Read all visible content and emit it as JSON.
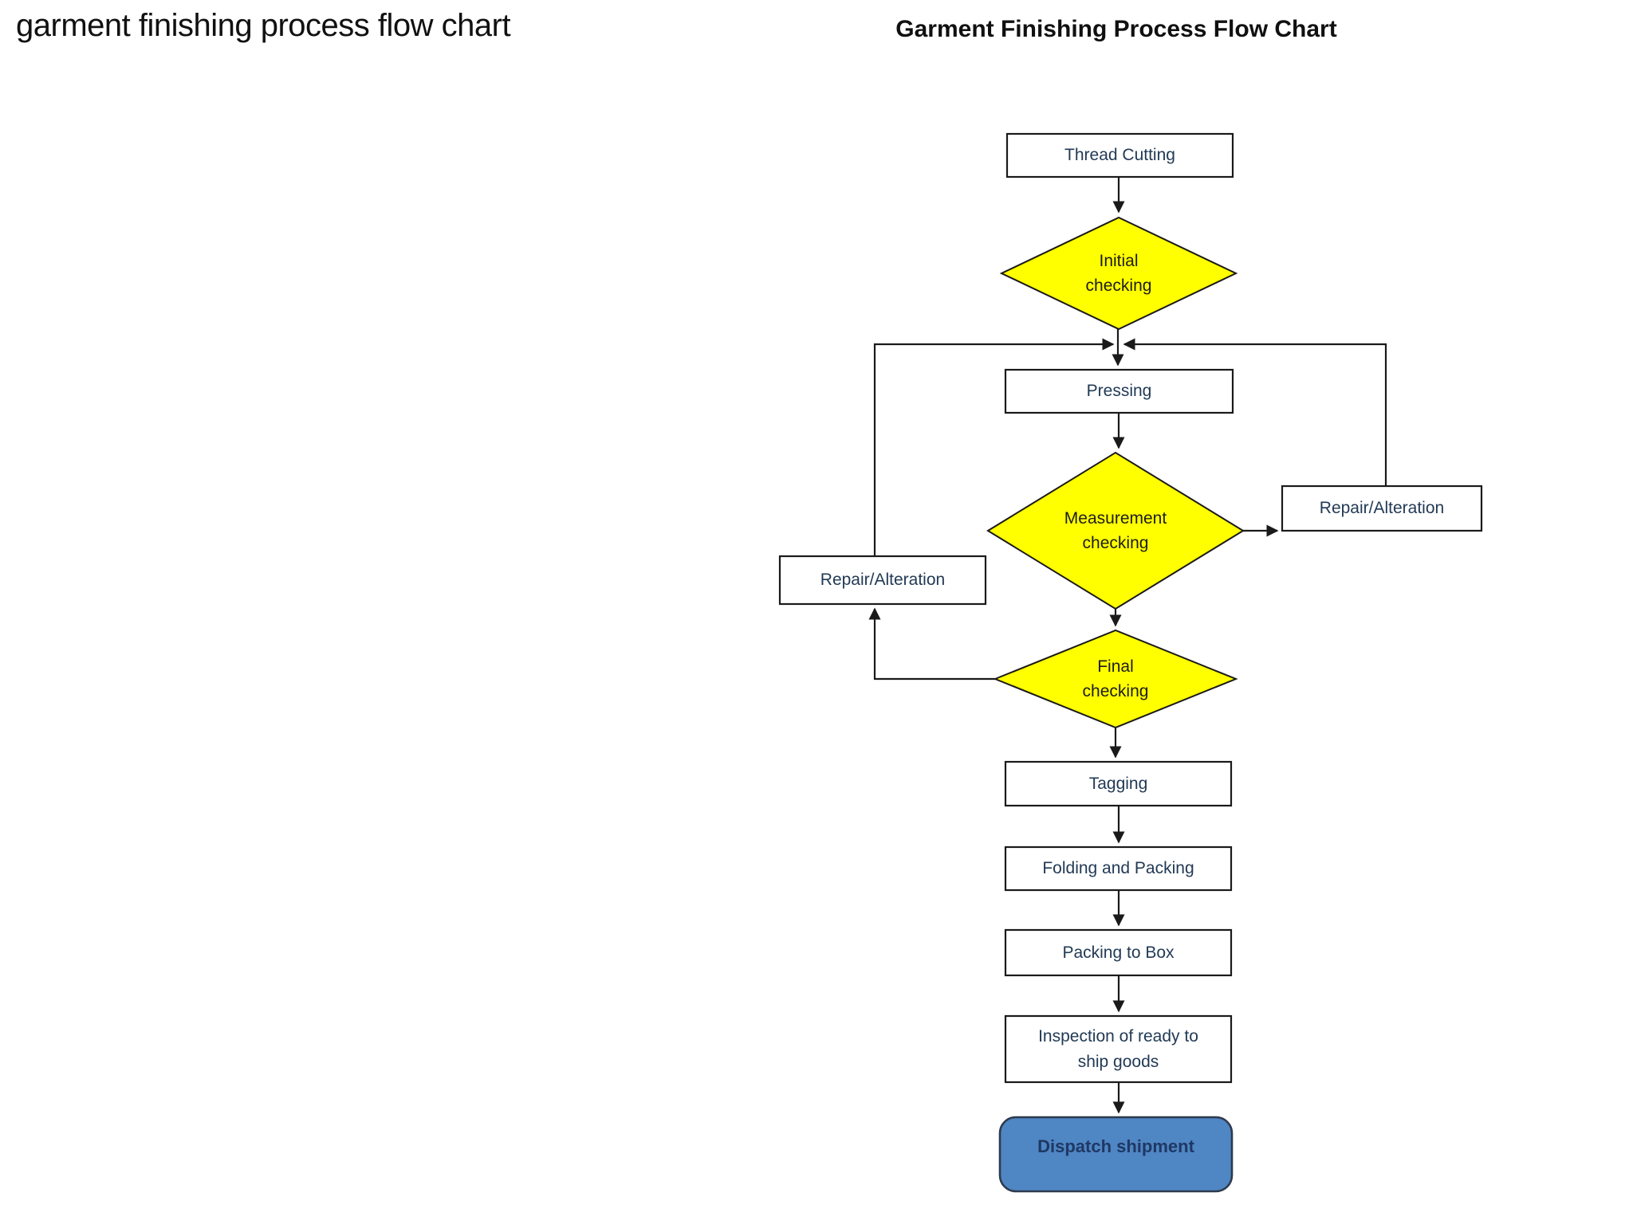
{
  "page": {
    "title": "garment finishing process flow chart"
  },
  "chart": {
    "title": "Garment Finishing Process Flow Chart",
    "colors": {
      "decision_fill": "#ffff00",
      "process_fill": "#ffffff",
      "terminator_fill": "#4f86c4",
      "line_stroke": "#1a1a1a",
      "process_text": "#223a55",
      "decision_text": "#1c1c1c",
      "terminator_text": "#1f3864"
    },
    "nodes": [
      {
        "id": "thread-cutting",
        "type": "process",
        "label": "Thread Cutting"
      },
      {
        "id": "initial-checking",
        "type": "decision",
        "label": "Initial checking"
      },
      {
        "id": "pressing",
        "type": "process",
        "label": "Pressing"
      },
      {
        "id": "measurement-checking",
        "type": "decision",
        "label": "Measurement checking"
      },
      {
        "id": "repair-alteration-right",
        "type": "process",
        "label": "Repair/Alteration"
      },
      {
        "id": "repair-alteration-left",
        "type": "process",
        "label": "Repair/Alteration"
      },
      {
        "id": "final-checking",
        "type": "decision",
        "label": "Final checking"
      },
      {
        "id": "tagging",
        "type": "process",
        "label": "Tagging"
      },
      {
        "id": "folding-and-packing",
        "type": "process",
        "label": "Folding and Packing"
      },
      {
        "id": "packing-to-box",
        "type": "process",
        "label": "Packing to Box"
      },
      {
        "id": "inspection-of-ready-to-ship-goods",
        "type": "process",
        "label": "Inspection of ready to ship goods"
      },
      {
        "id": "dispatch-shipment",
        "type": "terminator",
        "label": "Dispatch shipment"
      }
    ],
    "edges": [
      {
        "from": "thread-cutting",
        "to": "initial-checking"
      },
      {
        "from": "initial-checking",
        "to": "pressing"
      },
      {
        "from": "pressing",
        "to": "measurement-checking"
      },
      {
        "from": "measurement-checking",
        "to": "repair-alteration-right"
      },
      {
        "from": "repair-alteration-right",
        "to": "pressing"
      },
      {
        "from": "measurement-checking",
        "to": "final-checking"
      },
      {
        "from": "final-checking",
        "to": "repair-alteration-left"
      },
      {
        "from": "repair-alteration-left",
        "to": "pressing"
      },
      {
        "from": "final-checking",
        "to": "tagging"
      },
      {
        "from": "tagging",
        "to": "folding-and-packing"
      },
      {
        "from": "folding-and-packing",
        "to": "packing-to-box"
      },
      {
        "from": "packing-to-box",
        "to": "inspection-of-ready-to-ship-goods"
      },
      {
        "from": "inspection-of-ready-to-ship-goods",
        "to": "dispatch-shipment"
      }
    ]
  }
}
